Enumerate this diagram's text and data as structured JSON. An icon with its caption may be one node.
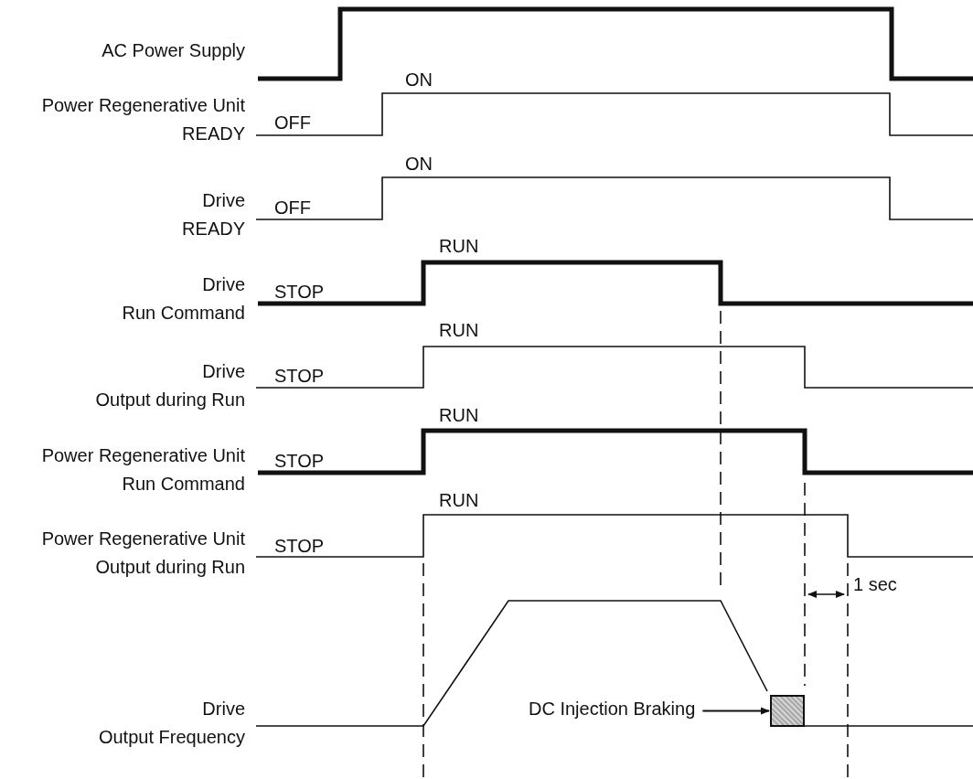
{
  "diagram": {
    "nodes": [
      {
        "text": [
          "DC Injection Braking"
        ]
      },
      {
        "text": [],
        "shape": "box"
      }
    ],
    "edges": [
      {
        "from": 0,
        "to": 1,
        "arrow": "to"
      }
    ],
    "labels": [
      "AC Power Supply",
      "ON",
      "Power Regenerative Unit READY",
      "OFF",
      "ON",
      "Drive READY",
      "OFF",
      "RUN",
      "Drive Run Command",
      "STOP",
      "RUN",
      "Drive Output during Run",
      "STOP",
      "RUN",
      "Power Regenerative Unit Run Command",
      "STOP",
      "RUN",
      "Power Regenerative Unit Output during Run",
      "STOP",
      "1 sec",
      "Drive Output Frequency"
    ]
  }
}
